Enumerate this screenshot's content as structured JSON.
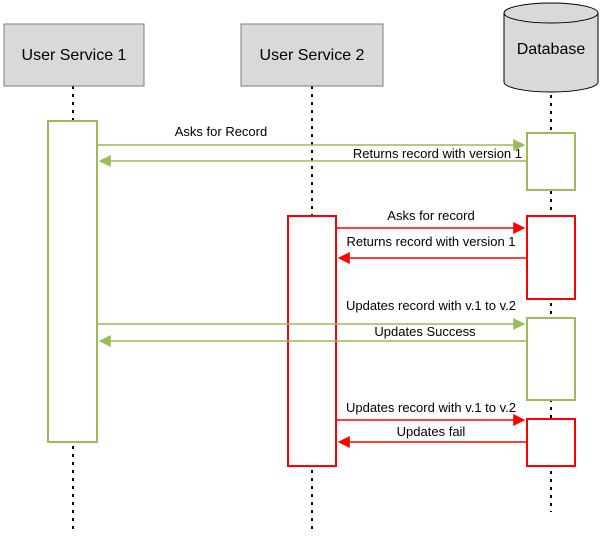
{
  "colors": {
    "green": "#9bbb59",
    "red": "#ff0000",
    "participant_fill": "#d9d9d9",
    "participant_border": "#7f7f7f",
    "lifeline": "#000000"
  },
  "participants": {
    "service1": "User Service 1",
    "service2": "User Service 2",
    "database": "Database"
  },
  "messages": {
    "m1": "Asks for Record",
    "m2": "Returns record with version 1",
    "m3": "Asks for record",
    "m4": "Returns record with version 1",
    "m5": "Updates record with v.1 to v.2",
    "m6": "Updates Success",
    "m7": "Updates record with v.1 to v.2",
    "m8": "Updates fail"
  }
}
